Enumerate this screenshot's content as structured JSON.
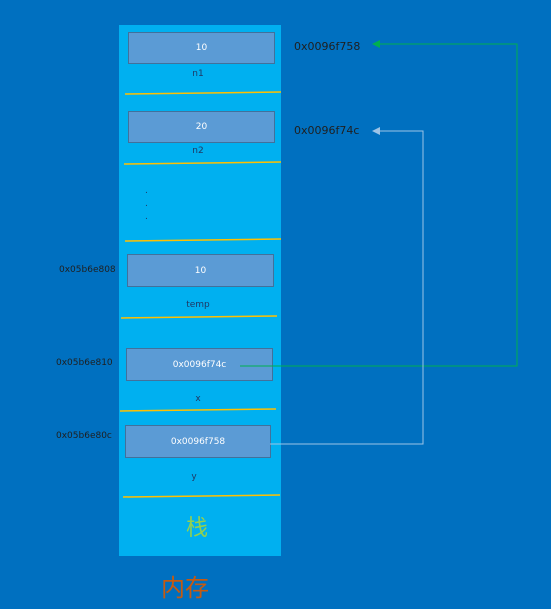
{
  "cells": {
    "n1": {
      "value": "10",
      "label": "n1"
    },
    "n2": {
      "value": "20",
      "label": "n2"
    },
    "temp": {
      "value": "10",
      "label": "temp",
      "address": "0x05b6e808"
    },
    "x": {
      "value": "0x0096f74c",
      "label": "x",
      "address": "0x05b6e810"
    },
    "y": {
      "value": "0x0096f758",
      "label": "y",
      "address": "0x05b6e80c"
    }
  },
  "heap_addresses": {
    "top": "0x0096f758",
    "second": "0x0096f74c"
  },
  "labels": {
    "stack": "栈",
    "memory": "内存"
  },
  "colors": {
    "background": "#0070c0",
    "stack_panel": "#00b0f0",
    "cell_fill": "#5b9bd5",
    "divider": "#ffc000",
    "arrow_x": "#00b050",
    "arrow_y": "#9dc3e6",
    "stack_label": "#92d050",
    "memory_label": "#c55a11"
  }
}
